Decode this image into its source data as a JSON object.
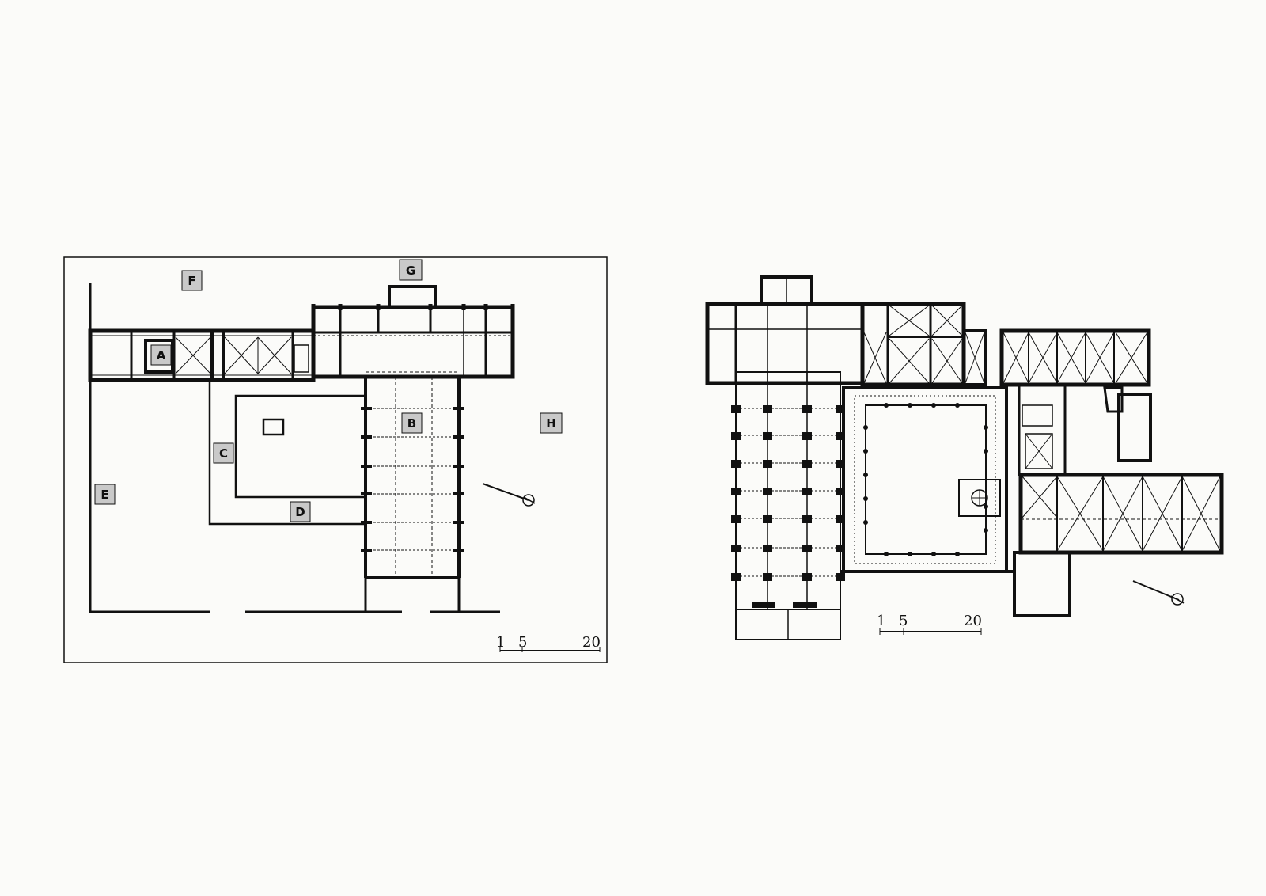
{
  "colors": {
    "ink": "#111111",
    "label_fill": "#c9c9c9",
    "paper": "#fbfbf9"
  },
  "left_plan": {
    "labels": [
      "A",
      "B",
      "C",
      "D",
      "E",
      "F",
      "G",
      "H"
    ],
    "scale": {
      "ticks": [
        "1",
        "5",
        "20"
      ]
    },
    "icon": "north-arrow-icon"
  },
  "right_plan": {
    "scale": {
      "ticks": [
        "1",
        "5",
        "20"
      ]
    },
    "icon": "north-arrow-icon"
  }
}
